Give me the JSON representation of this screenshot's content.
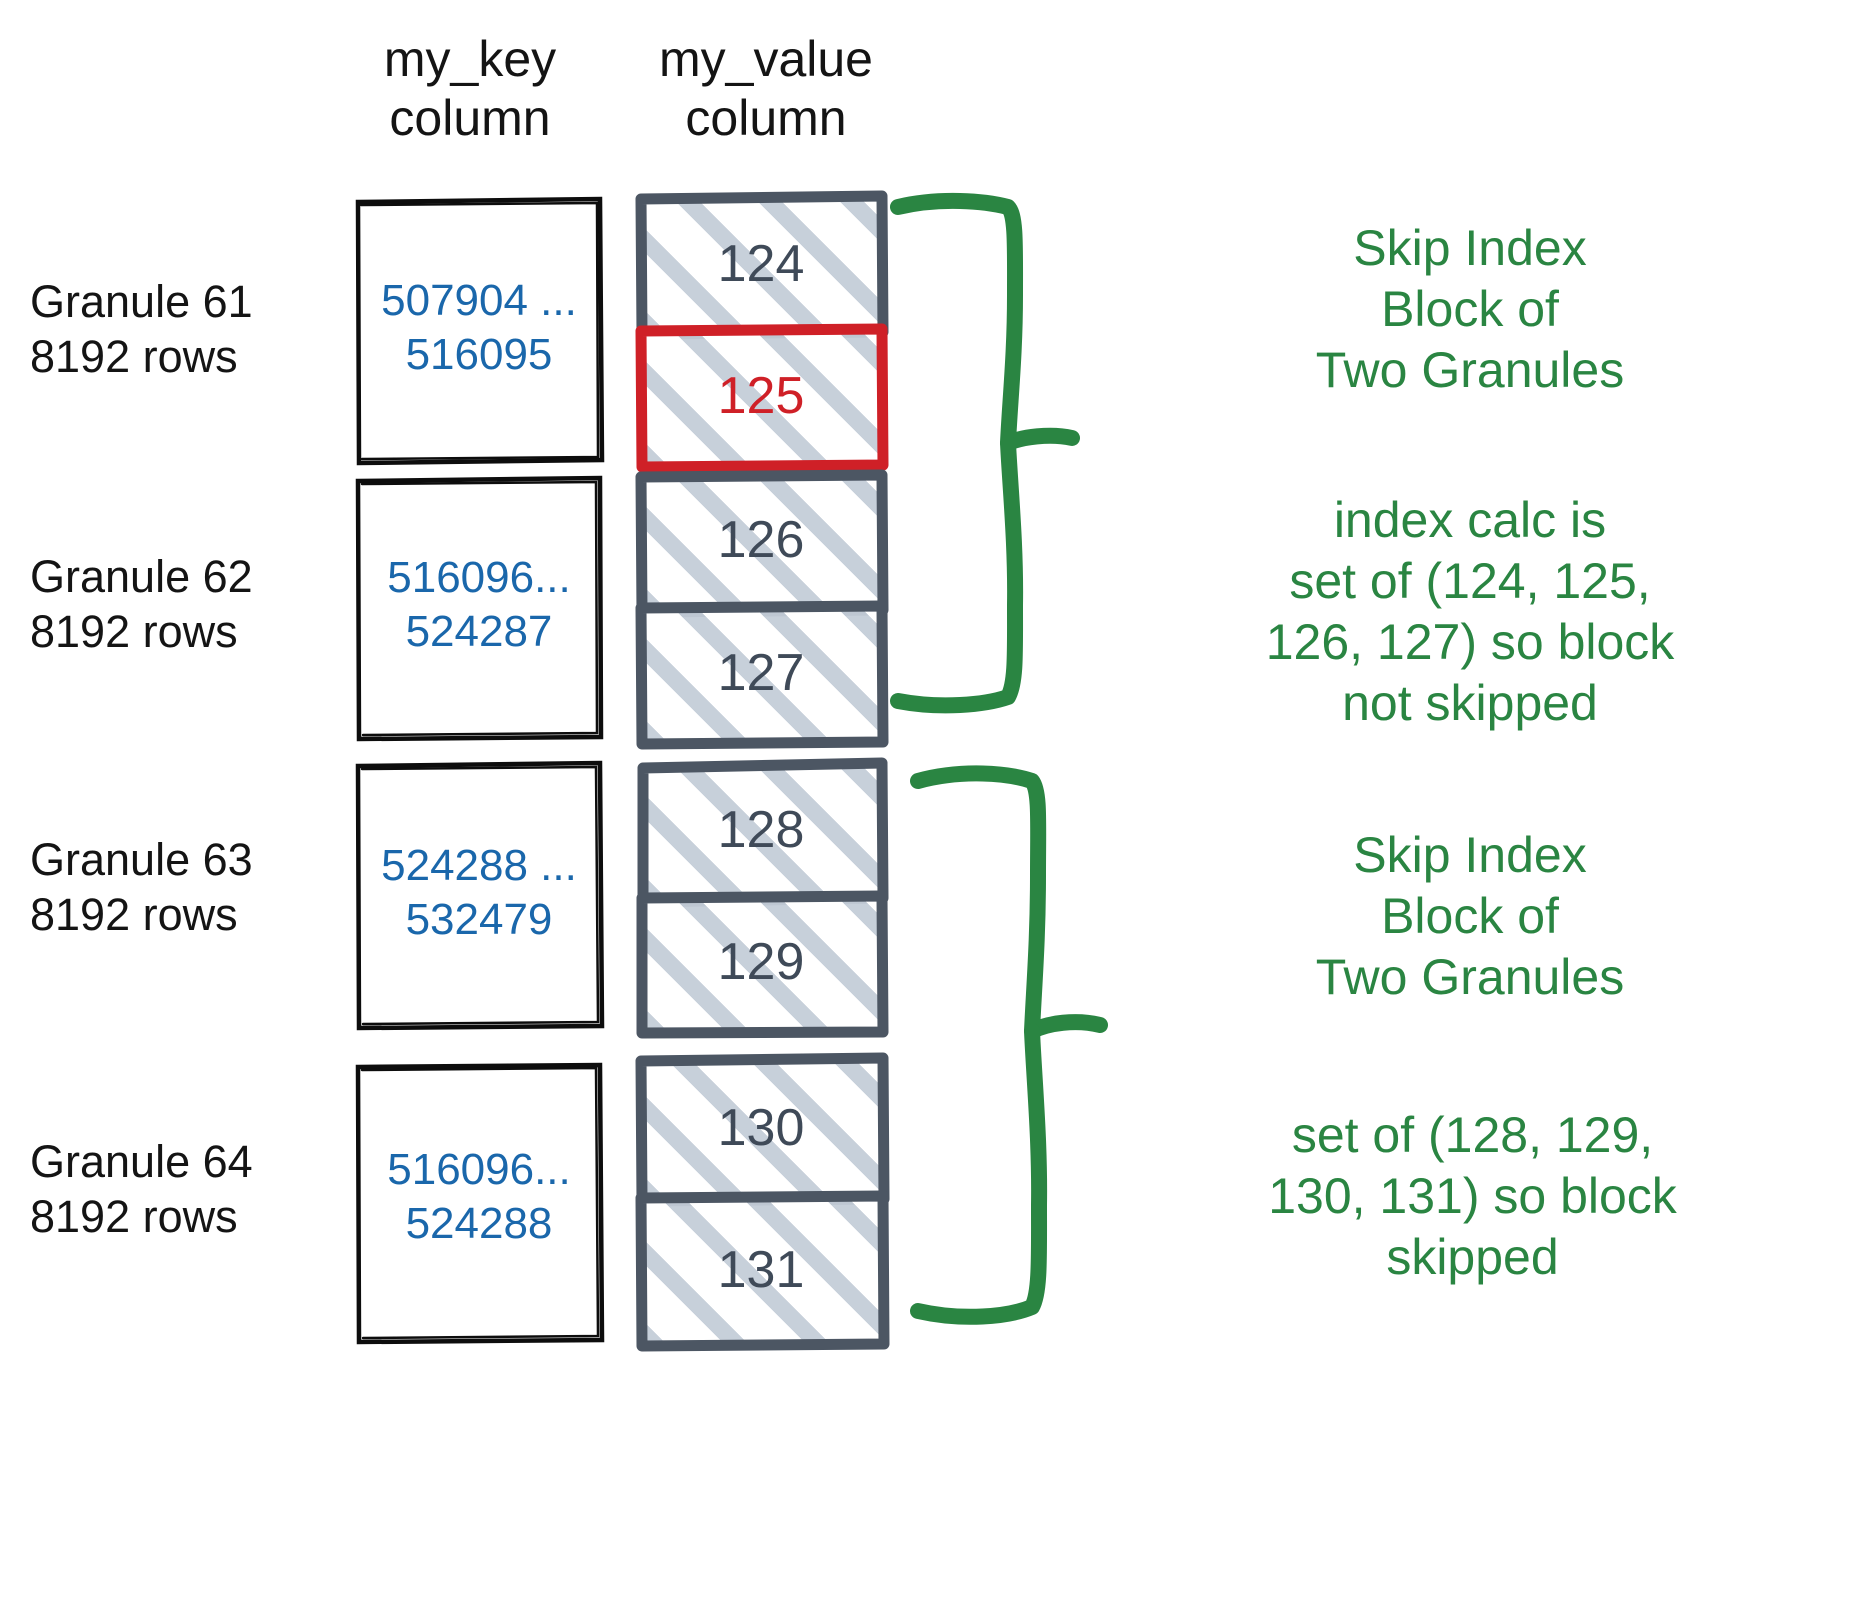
{
  "headers": {
    "key_column": "my_key\ncolumn",
    "value_column": "my_value\ncolumn"
  },
  "colors": {
    "key_text": "#1a67ab",
    "value_text": "#3f4a58",
    "value_border": "#4c5663",
    "hatch": "#c4cdd8",
    "highlight_red": "#cf2027",
    "annotation_green": "#2a8542",
    "label_black": "#141414"
  },
  "granules": [
    {
      "label": "Granule 61\n8192 rows",
      "key_range": "507904 ...\n516095",
      "values": [
        {
          "value": "124",
          "highlighted": false
        },
        {
          "value": "125",
          "highlighted": true
        }
      ]
    },
    {
      "label": "Granule 62\n8192 rows",
      "key_range": "516096...\n524287",
      "values": [
        {
          "value": "126",
          "highlighted": false
        },
        {
          "value": "127",
          "highlighted": false
        }
      ]
    },
    {
      "label": "Granule 63\n8192 rows",
      "key_range": "524288 ...\n532479",
      "values": [
        {
          "value": "128",
          "highlighted": false
        },
        {
          "value": "129",
          "highlighted": false
        }
      ]
    },
    {
      "label": "Granule 64\n8192 rows",
      "key_range": "516096...\n524288",
      "values": [
        {
          "value": "130",
          "highlighted": false
        },
        {
          "value": "131",
          "highlighted": false
        }
      ]
    }
  ],
  "annotations": [
    {
      "text": "Skip Index\nBlock of\nTwo Granules"
    },
    {
      "text": "index calc is\nset of (124, 125,\n126, 127) so block\nnot skipped"
    },
    {
      "text": "Skip Index\nBlock of\nTwo Granules"
    },
    {
      "text": "set of (128, 129,\n130, 131) so block\nskipped"
    }
  ]
}
